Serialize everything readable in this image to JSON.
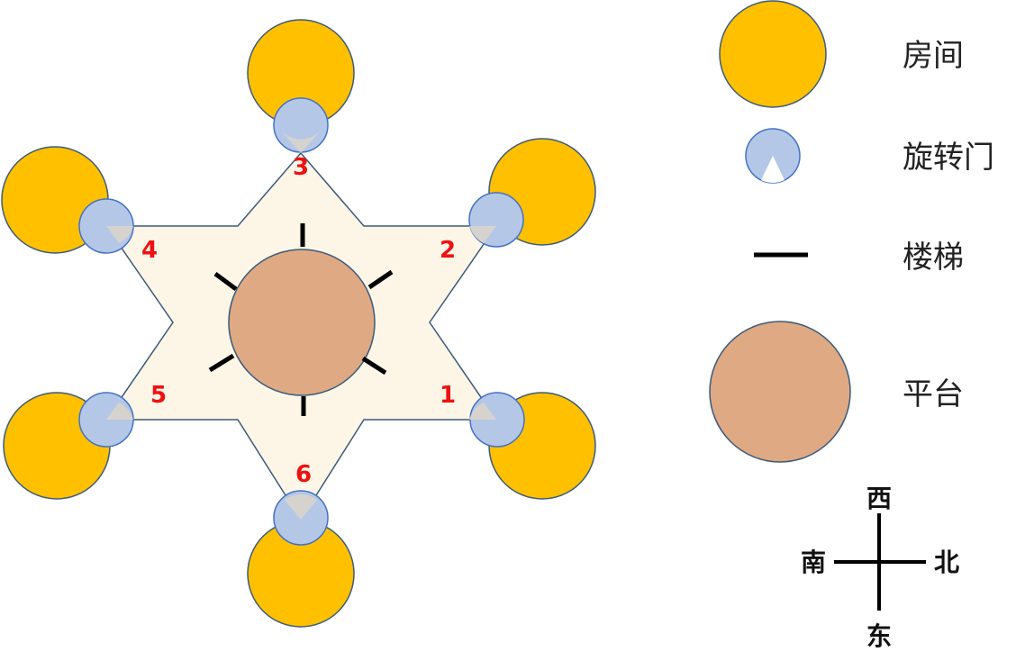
{
  "colors": {
    "room": "#ffc000",
    "room_stroke": "#3b5a7a",
    "door": "#b4c7e7",
    "door_stroke": "#4472c4",
    "platform": "#dea983",
    "platform_stroke": "#3b5a7a",
    "star_fill": "#fdf6e6",
    "star_stroke": "#3b5a7a",
    "stair": "#000000",
    "number": "#ee1111"
  },
  "points": {
    "p1": "1",
    "p2": "2",
    "p3": "3",
    "p4": "4",
    "p5": "5",
    "p6": "6"
  },
  "legend": {
    "room": "房间",
    "door": "旋转门",
    "stairs": "楼梯",
    "platform": "平台"
  },
  "compass": {
    "up": "西",
    "down": "东",
    "left": "南",
    "right": "北"
  }
}
